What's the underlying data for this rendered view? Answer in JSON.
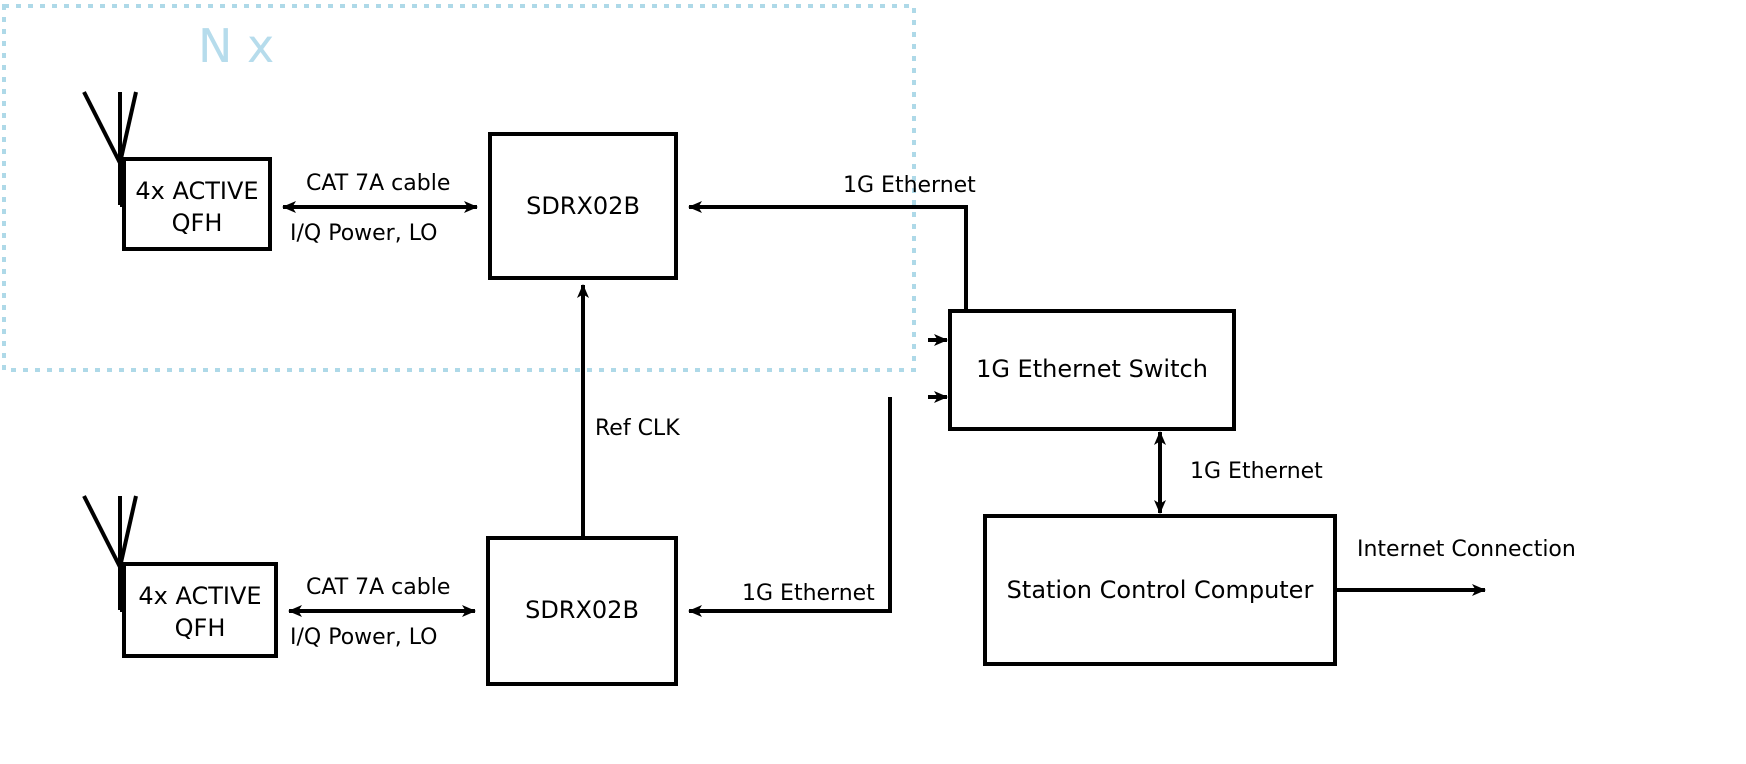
{
  "diagram": {
    "title_visible": false,
    "group": {
      "label": "N x",
      "color": "#b6dcec",
      "style": "dotted"
    },
    "nodes": [
      {
        "id": "qfh_top",
        "label_line1": "4x ACTIVE",
        "label_line2": "QFH"
      },
      {
        "id": "sdr_top",
        "label": "SDRX02B"
      },
      {
        "id": "qfh_bottom",
        "label_line1": "4x ACTIVE",
        "label_line2": "QFH"
      },
      {
        "id": "sdr_bottom",
        "label": "SDRX02B"
      },
      {
        "id": "switch",
        "label": "1G Ethernet Switch"
      },
      {
        "id": "computer",
        "label": "Station Control Computer"
      }
    ],
    "edge_labels": {
      "cat7a_top": "CAT 7A cable",
      "iq_top": "I/Q Power, LO",
      "cat7a_bottom": "CAT 7A cable",
      "iq_bottom": "I/Q Power, LO",
      "ref_clk": "Ref CLK",
      "eth_top": "1G Ethernet",
      "eth_bottom": "1G Ethernet",
      "eth_switch_pc": "1G Ethernet",
      "internet": "Internet Connection"
    },
    "antennas": [
      {
        "id": "antenna-top",
        "kind": "dipole-antenna-icon"
      },
      {
        "id": "antenna-bottom",
        "kind": "dipole-antenna-icon"
      }
    ]
  }
}
